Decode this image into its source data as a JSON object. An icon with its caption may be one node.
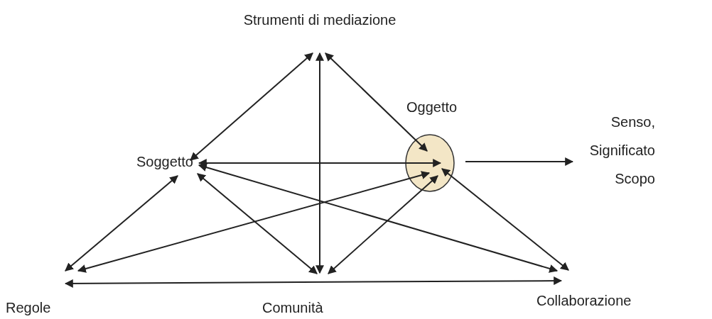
{
  "diagram": {
    "nodes": [
      {
        "text": [
          "Strumenti di mediazione"
        ]
      },
      {
        "text": [
          "Soggetto"
        ]
      },
      {
        "text": [
          "Oggetto"
        ]
      },
      {
        "text": [
          "Senso, Significato Scopo"
        ]
      },
      {
        "text": [
          "Regole"
        ]
      },
      {
        "text": [
          "Comunità"
        ]
      },
      {
        "text": [
          "Collaborazione"
        ]
      }
    ],
    "edges": [
      {
        "from": 0,
        "to": 1,
        "arrow": "both"
      },
      {
        "from": 0,
        "to": 5,
        "arrow": "both"
      },
      {
        "from": 0,
        "to": 2,
        "arrow": "both"
      },
      {
        "from": 1,
        "to": 2,
        "arrow": "both"
      },
      {
        "from": 1,
        "to": 4,
        "arrow": "both"
      },
      {
        "from": 1,
        "to": 5,
        "arrow": "both"
      },
      {
        "from": 1,
        "to": 6,
        "arrow": "both"
      },
      {
        "from": 4,
        "to": 2,
        "arrow": "both"
      },
      {
        "from": 5,
        "to": 2,
        "arrow": "both"
      },
      {
        "from": 6,
        "to": 2,
        "arrow": "both"
      },
      {
        "from": 4,
        "to": 6,
        "arrow": "both"
      },
      {
        "from": 2,
        "to": 3,
        "arrow": "to"
      }
    ]
  }
}
